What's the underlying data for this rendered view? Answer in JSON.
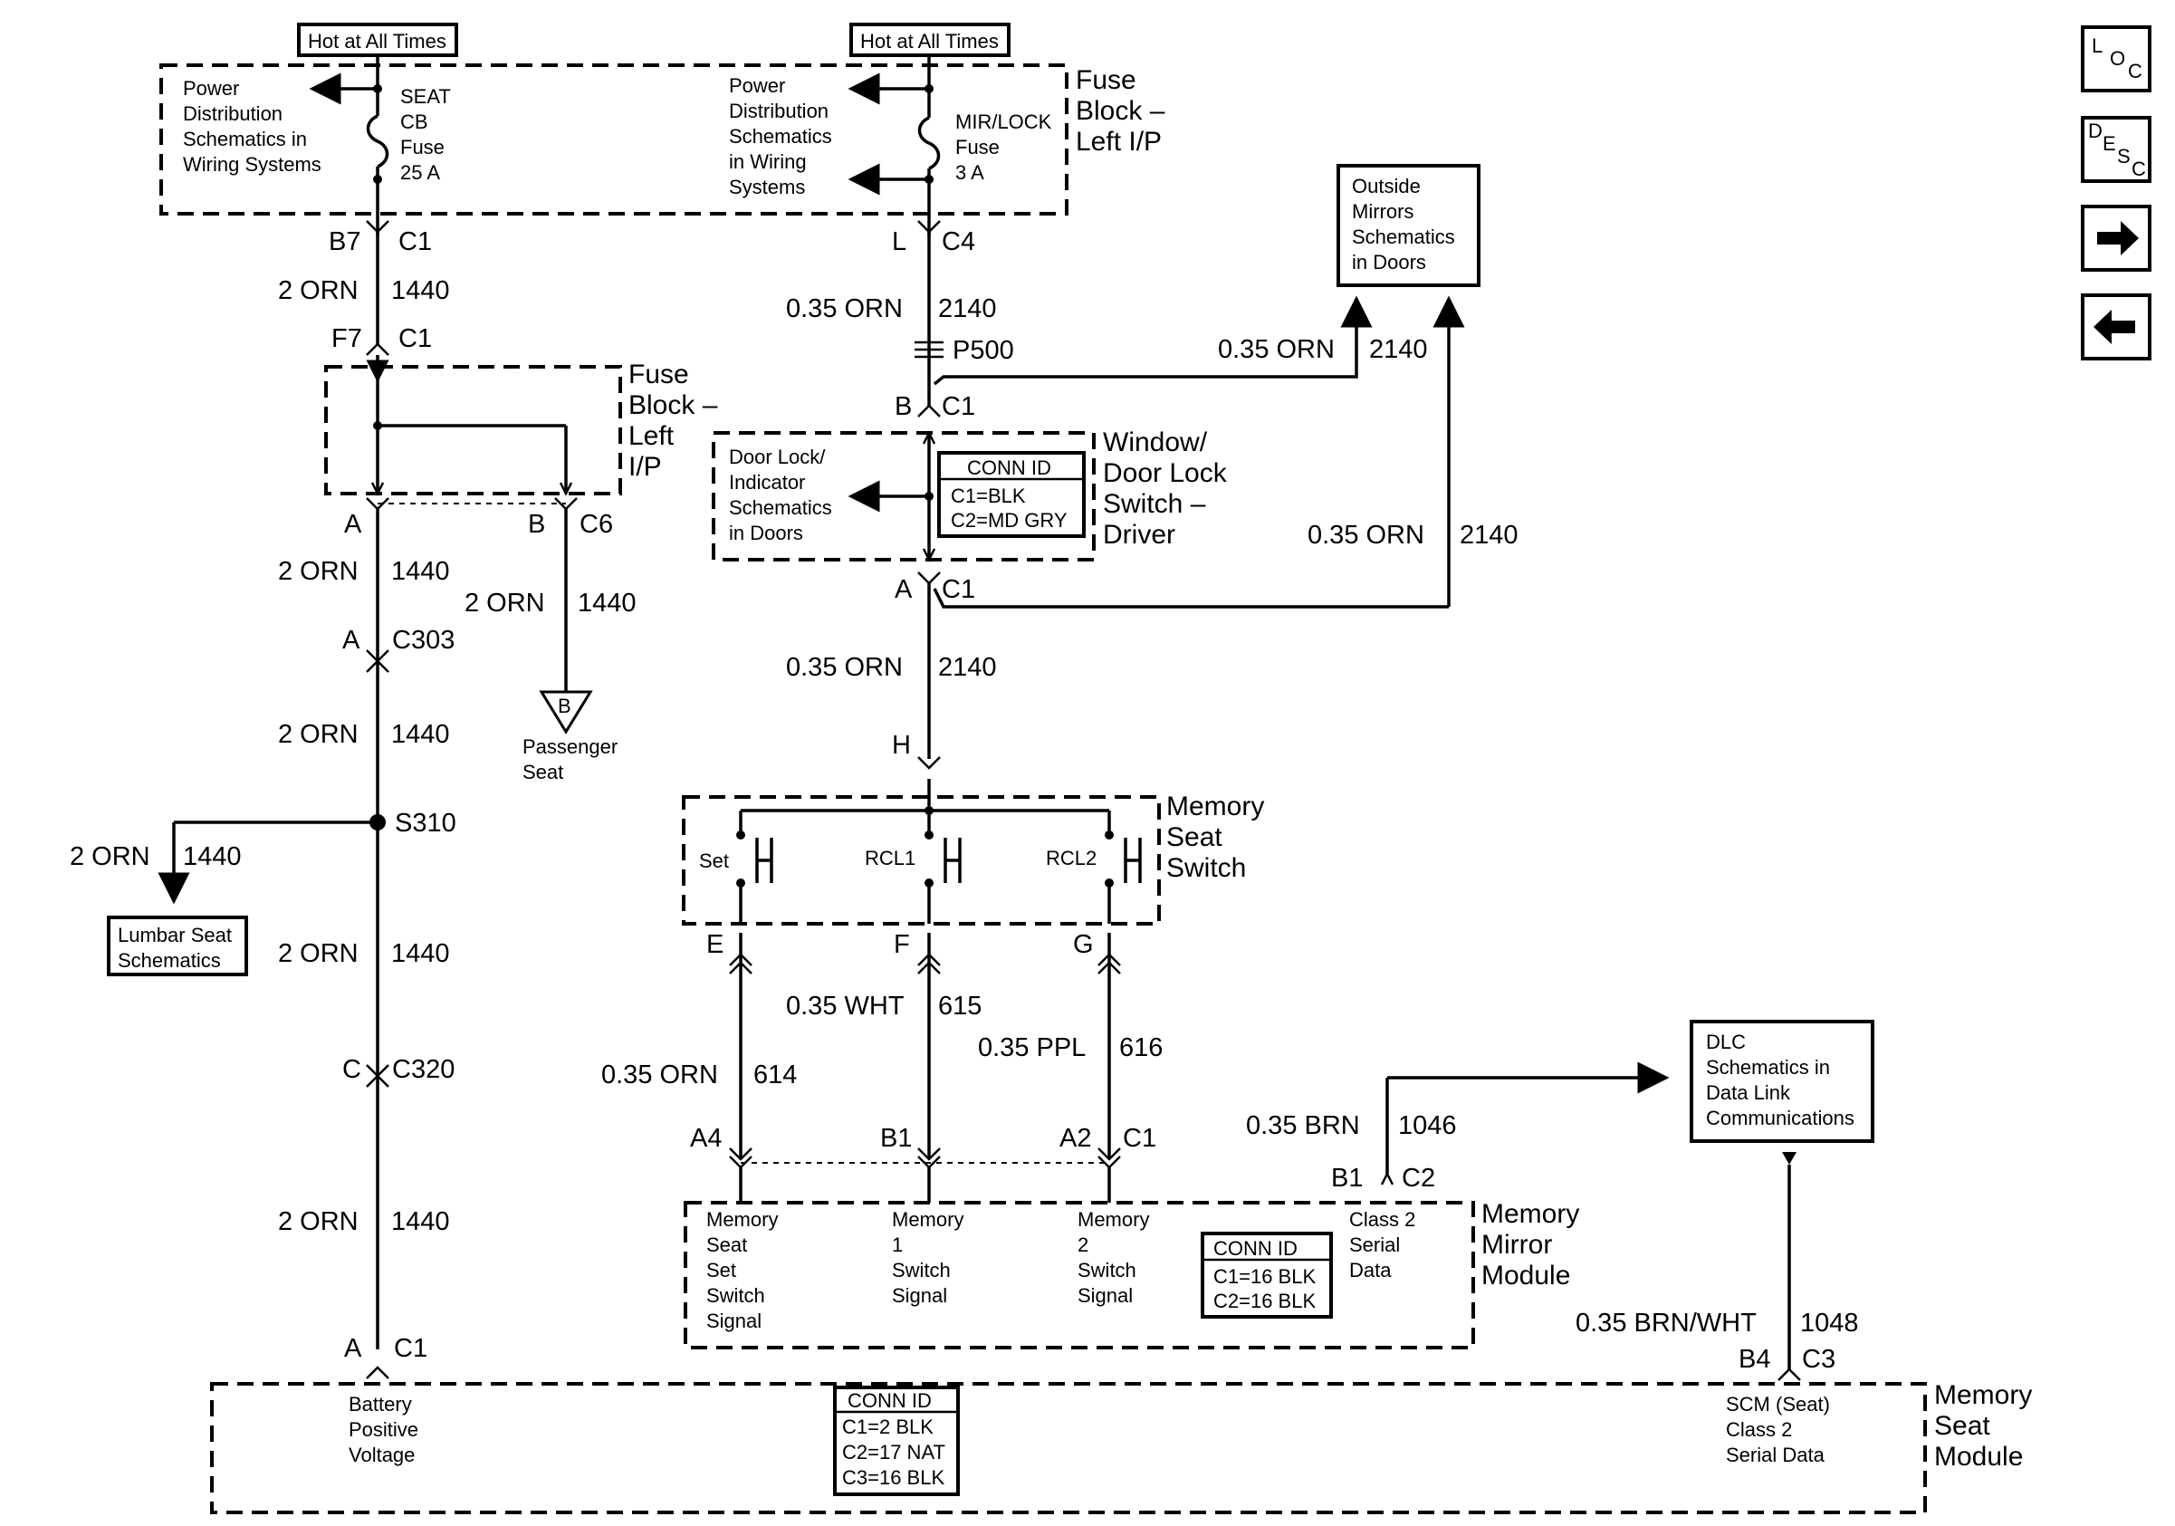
{
  "top_labels": {
    "hot1": "Hot at All Times",
    "hot2": "Hot at All Times"
  },
  "fuse_block_top": {
    "title": [
      "Fuse",
      "Block –",
      "Left I/P"
    ],
    "pds1": [
      "Power",
      "Distribution",
      "Schematics in",
      "Wiring Systems"
    ],
    "fuse1": [
      "SEAT",
      "CB",
      "Fuse",
      "25 A"
    ],
    "pds2": [
      "Power",
      "Distribution",
      "Schematics",
      "in Wiring",
      "Systems"
    ],
    "fuse2": [
      "MIR/LOCK",
      "Fuse",
      "3 A"
    ]
  },
  "left": {
    "b7": "B7",
    "c1a": "C1",
    "w1": "2 ORN",
    "c1440a": "1440",
    "f7": "F7",
    "c1b": "C1",
    "fb2_title": [
      "Fuse",
      "Block –",
      "Left",
      "I/P"
    ],
    "a1": "A",
    "b1": "B",
    "c6": "C6",
    "w2": "2 ORN",
    "c1440b": "1440",
    "w3": "2 ORN",
    "c1440c": "1440",
    "a303": "A",
    "c303": "C303",
    "w4": "2 ORN",
    "c1440d": "1440",
    "ground_letter": "B",
    "passenger": [
      "Passenger",
      "Seat"
    ],
    "s310": "S310",
    "w5": "2 ORN",
    "c1440e": "1440",
    "lumbar": [
      "Lumbar Seat",
      "Schematics"
    ],
    "w6": "2 ORN",
    "c1440f": "1440",
    "c320l": "C",
    "c320": "C320",
    "w7": "2 ORN",
    "c1440g": "1440",
    "ac1": "A",
    "c1c": "C1"
  },
  "center": {
    "l": "L",
    "c4": "C4",
    "w1": "0.35 ORN",
    "c2140a": "2140",
    "p500": "P500",
    "bc": "B",
    "c1a": "C1",
    "outside": [
      "Outside",
      "Mirrors",
      "Schematics",
      "in Doors"
    ],
    "w2": "0.35 ORN",
    "c2140b": "2140",
    "doorlock": [
      "Door Lock/",
      "Indicator",
      "Schematics",
      "in Doors"
    ],
    "conn1": [
      "CONN ID",
      "C1=BLK",
      "C2=MD GRY"
    ],
    "window_title": [
      "Window/",
      "Door Lock",
      "Switch –",
      "Driver"
    ],
    "w3": "0.35 ORN",
    "c2140c": "2140",
    "ac": "A",
    "c1b": "C1",
    "w4": "0.35 ORN",
    "c2140d": "2140",
    "h": "H",
    "mss_title": [
      "Memory",
      "Seat",
      "Switch"
    ],
    "set": "Set",
    "rcl1": "RCL1",
    "rcl2": "RCL2",
    "e": "E",
    "f": "F",
    "g": "G",
    "w615": "0.35 WHT",
    "c615": "615",
    "w616": "0.35 PPL",
    "c616": "616",
    "w614": "0.35 ORN",
    "c614": "614",
    "a4": "A4",
    "b1": "B1",
    "a2": "A2",
    "c1c": "C1"
  },
  "mirror_module": {
    "sig1": [
      "Memory",
      "Seat",
      "Set",
      "Switch",
      "Signal"
    ],
    "sig2": [
      "Memory",
      "1",
      "Switch",
      "Signal"
    ],
    "sig3": [
      "Memory",
      "2",
      "Switch",
      "Signal"
    ],
    "conn": [
      "CONN ID",
      "C1=16 BLK",
      "C2=16 BLK"
    ],
    "class2": [
      "Class 2",
      "Serial",
      "Data"
    ],
    "title": [
      "Memory",
      "Mirror",
      "Module"
    ],
    "w1046": "0.35 BRN",
    "c1046": "1046",
    "b1": "B1",
    "c2": "C2"
  },
  "dlc": {
    "text": [
      "DLC",
      "Schematics in",
      "Data Link",
      "Communications"
    ],
    "w1048": "0.35 BRN/WHT",
    "c1048": "1048",
    "b4": "B4",
    "c3": "C3"
  },
  "seat_module": {
    "battery": [
      "Battery",
      "Positive",
      "Voltage"
    ],
    "conn": [
      "CONN ID",
      "C1=2 BLK",
      "C2=17 NAT",
      "C3=16 BLK"
    ],
    "scm": [
      "SCM (Seat)",
      "Class 2",
      "Serial Data"
    ],
    "title": [
      "Memory",
      "Seat",
      "Module"
    ]
  },
  "nav": {
    "loc": [
      "L",
      "O",
      "C"
    ],
    "desc": [
      "D",
      "E",
      "S",
      "C"
    ]
  }
}
